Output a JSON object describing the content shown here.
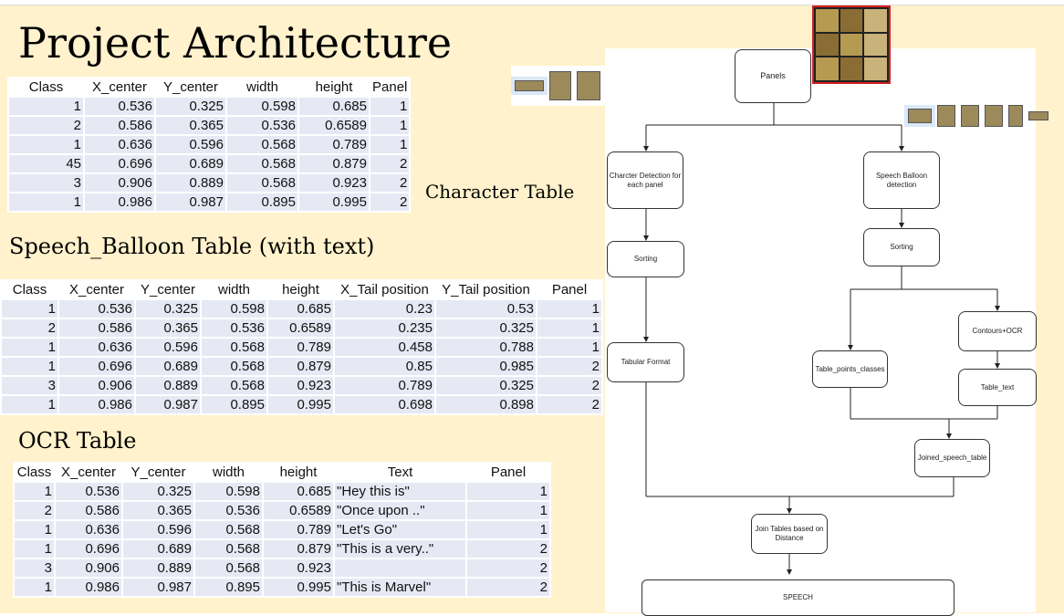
{
  "title": "Project Architecture",
  "character_table": {
    "caption": "Character Table",
    "headers": [
      "Class",
      "X_center",
      "Y_center",
      "width",
      "height",
      "Panel"
    ],
    "rows": [
      [
        "1",
        "0.536",
        "0.325",
        "0.598",
        "0.685",
        "1"
      ],
      [
        "2",
        "0.586",
        "0.365",
        "0.536",
        "0.6589",
        "1"
      ],
      [
        "1",
        "0.636",
        "0.596",
        "0.568",
        "0.789",
        "1"
      ],
      [
        "45",
        "0.696",
        "0.689",
        "0.568",
        "0.879",
        "2"
      ],
      [
        "3",
        "0.906",
        "0.889",
        "0.568",
        "0.923",
        "2"
      ],
      [
        "1",
        "0.986",
        "0.987",
        "0.895",
        "0.995",
        "2"
      ]
    ]
  },
  "speech_table": {
    "caption": "Speech_Balloon Table (with text)",
    "headers": [
      "Class",
      "X_center",
      "Y_center",
      "width",
      "height",
      "X_Tail position",
      "Y_Tail position",
      "Panel"
    ],
    "rows": [
      [
        "1",
        "0.536",
        "0.325",
        "0.598",
        "0.685",
        "0.23",
        "0.53",
        "1"
      ],
      [
        "2",
        "0.586",
        "0.365",
        "0.536",
        "0.6589",
        "0.235",
        "0.325",
        "1"
      ],
      [
        "1",
        "0.636",
        "0.596",
        "0.568",
        "0.789",
        "0.458",
        "0.788",
        "1"
      ],
      [
        "1",
        "0.696",
        "0.689",
        "0.568",
        "0.879",
        "0.85",
        "0.985",
        "2"
      ],
      [
        "3",
        "0.906",
        "0.889",
        "0.568",
        "0.923",
        "0.789",
        "0.325",
        "2"
      ],
      [
        "1",
        "0.986",
        "0.987",
        "0.895",
        "0.995",
        "0.698",
        "0.898",
        "2"
      ]
    ]
  },
  "ocr_table": {
    "caption": "OCR Table",
    "headers": [
      "Class",
      "X_center",
      "Y_center",
      "width",
      "height",
      "Text",
      "Panel"
    ],
    "rows": [
      [
        "1",
        "0.536",
        "0.325",
        "0.598",
        "0.685",
        "\"Hey this is\"",
        "1"
      ],
      [
        "2",
        "0.586",
        "0.365",
        "0.536",
        "0.6589",
        "\"Once upon ..\"",
        "1"
      ],
      [
        "1",
        "0.636",
        "0.596",
        "0.568",
        "0.789",
        "\"Let's Go\"",
        "1"
      ],
      [
        "1",
        "0.696",
        "0.689",
        "0.568",
        "0.879",
        "\"This is a very..\"",
        "2"
      ],
      [
        "3",
        "0.906",
        "0.889",
        "0.568",
        "0.923",
        "",
        "2"
      ],
      [
        "1",
        "0.986",
        "0.987",
        "0.895",
        "0.995",
        "\"This is Marvel\"",
        "2"
      ]
    ]
  },
  "flowchart": {
    "nodes": {
      "panels": "Panels",
      "char_detect": "Charcter Detection for each panel",
      "speech_detect": "Speech Balloon detection",
      "sort_left": "Sorting",
      "sort_right": "Sorting",
      "tabular": "Tabular Format",
      "table_points": "Table_points_classes",
      "contours_ocr": "Contours+OCR",
      "table_text": "Table_text",
      "joined": "Joined_speech_table",
      "join_distance": "Join Tables based on Distance",
      "speech": "SPEECH"
    }
  }
}
